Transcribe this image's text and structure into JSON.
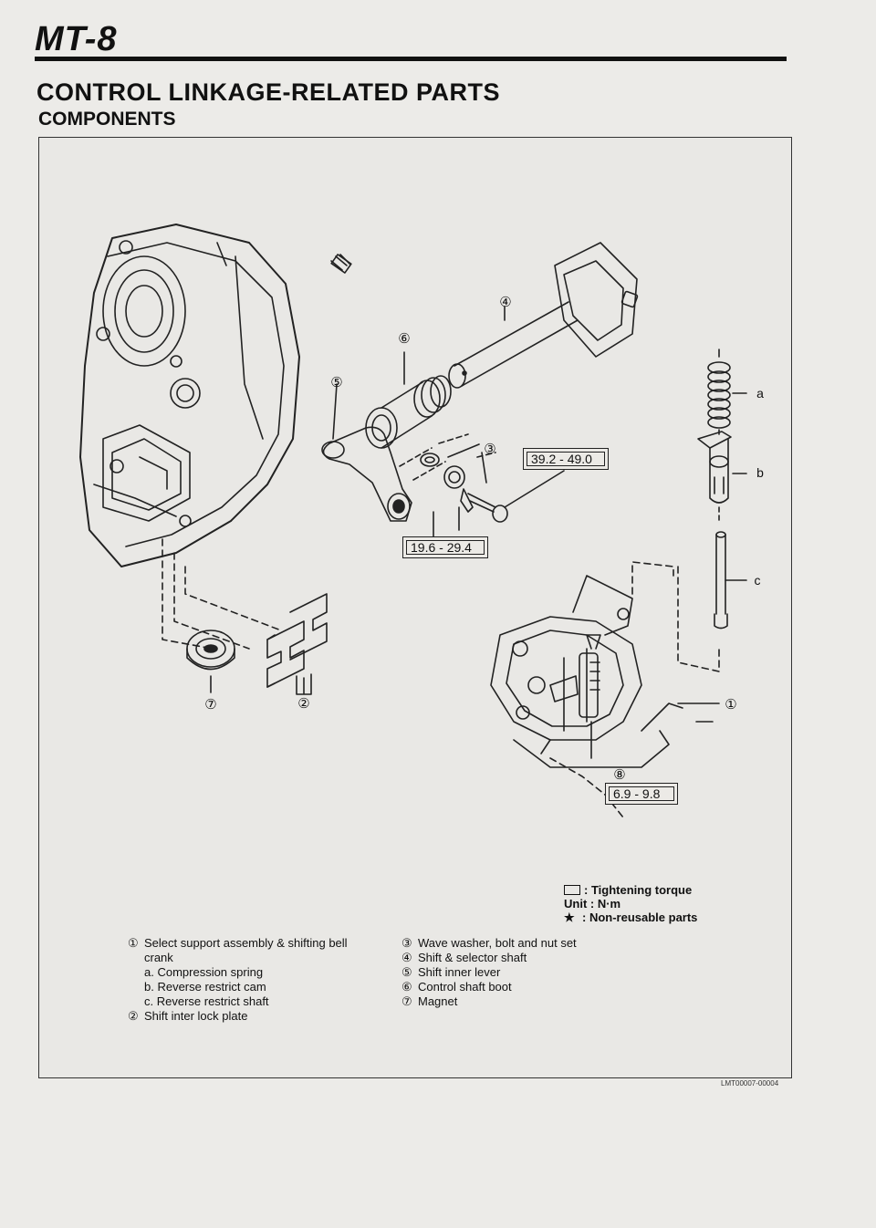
{
  "header": {
    "page_number": "MT-8",
    "section_title": "CONTROL LINKAGE-RELATED PARTS",
    "subsection_title": "COMPONENTS"
  },
  "callouts": [
    "①",
    "②",
    "③",
    "④",
    "⑤",
    "⑥",
    "⑦",
    "⑧",
    "a",
    "b",
    "c"
  ],
  "torque_boxes": [
    "39.2 - 49.0",
    "19.6 - 29.4",
    "6.9 - 9.8"
  ],
  "legend": {
    "tightening": ": Tightening torque",
    "unit": "Unit : N·m",
    "star_symbol": "★",
    "non_reusable": ": Non-reusable parts"
  },
  "parts_left": [
    {
      "num": "①",
      "text": "Select support assembly & shifting bell"
    },
    {
      "num": "",
      "text": "crank"
    },
    {
      "num": "",
      "text": "a.  Compression spring"
    },
    {
      "num": "",
      "text": "b.  Reverse restrict cam"
    },
    {
      "num": "",
      "text": "c.  Reverse restrict shaft"
    },
    {
      "num": "②",
      "text": "Shift inter lock plate"
    }
  ],
  "parts_right": [
    {
      "num": "③",
      "text": "Wave washer, bolt and nut set"
    },
    {
      "num": "④",
      "text": "Shift & selector shaft"
    },
    {
      "num": "⑤",
      "text": "Shift inner lever"
    },
    {
      "num": "⑥",
      "text": "Control shaft boot"
    },
    {
      "num": "⑦",
      "text": "Magnet"
    }
  ],
  "figure_code": "LMT00007-00004"
}
